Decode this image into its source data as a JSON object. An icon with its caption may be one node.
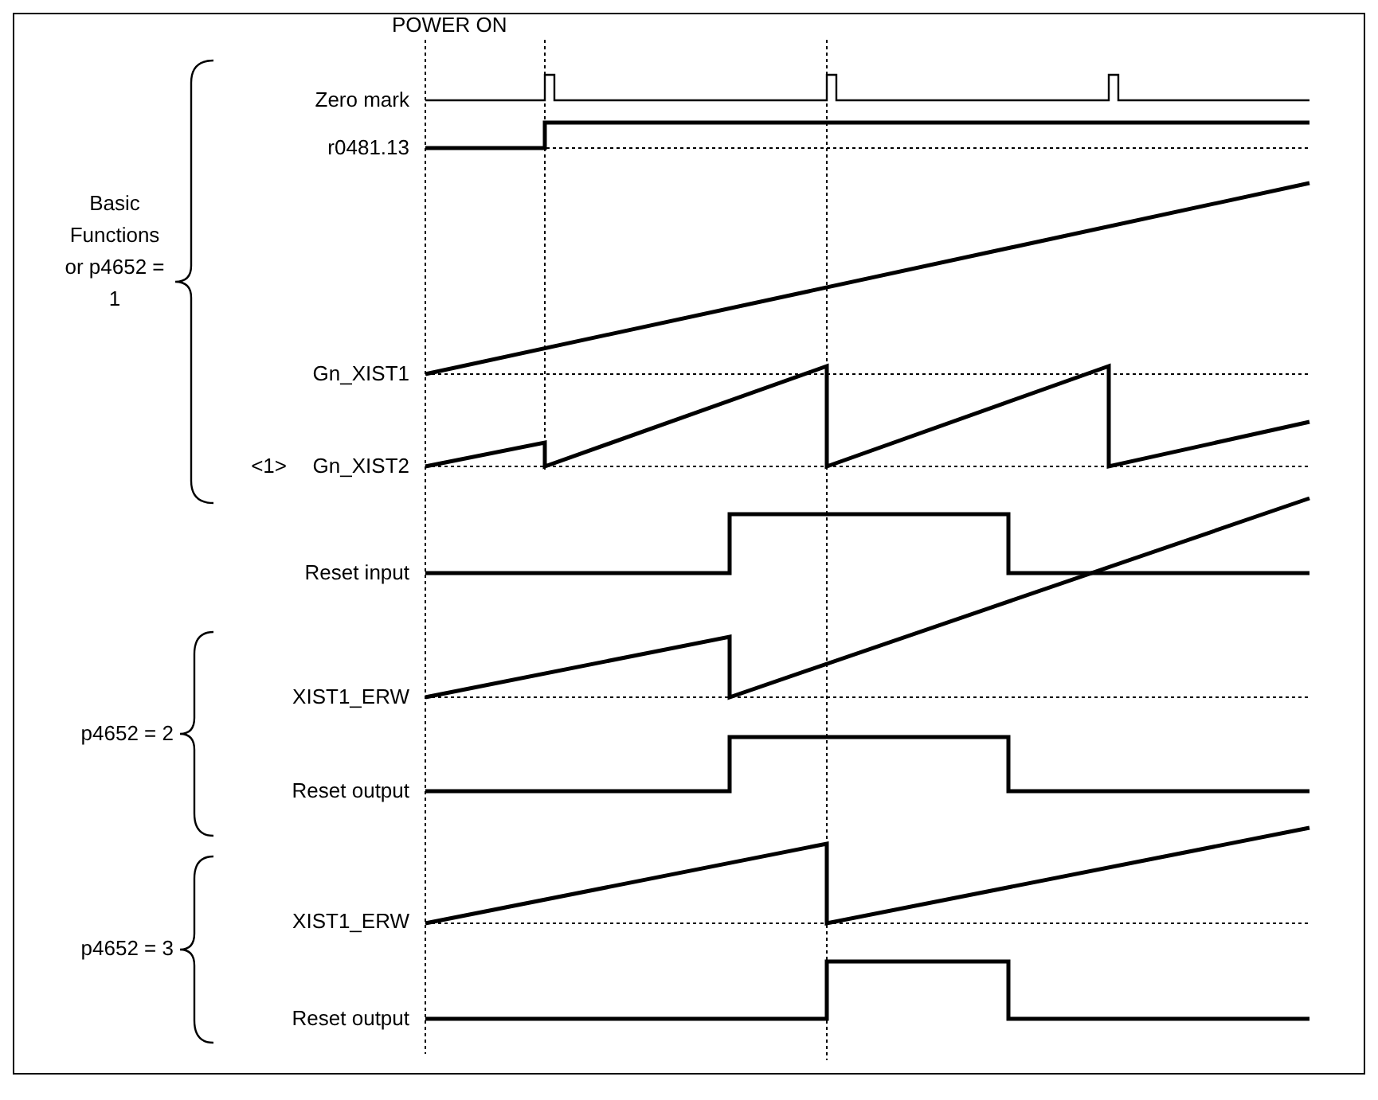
{
  "diagram": {
    "labels": [
      "POWER ON",
      "Zero mark",
      "r0481.13",
      "Basic Functions or p4652 = 1",
      "Gn_XIST1",
      "<1>",
      "Gn_XIST2",
      "Reset input",
      "p4652 = 2",
      "XIST1_ERW",
      "Reset output",
      "p4652 = 3",
      "XIST1_ERW",
      "Reset output"
    ]
  }
}
